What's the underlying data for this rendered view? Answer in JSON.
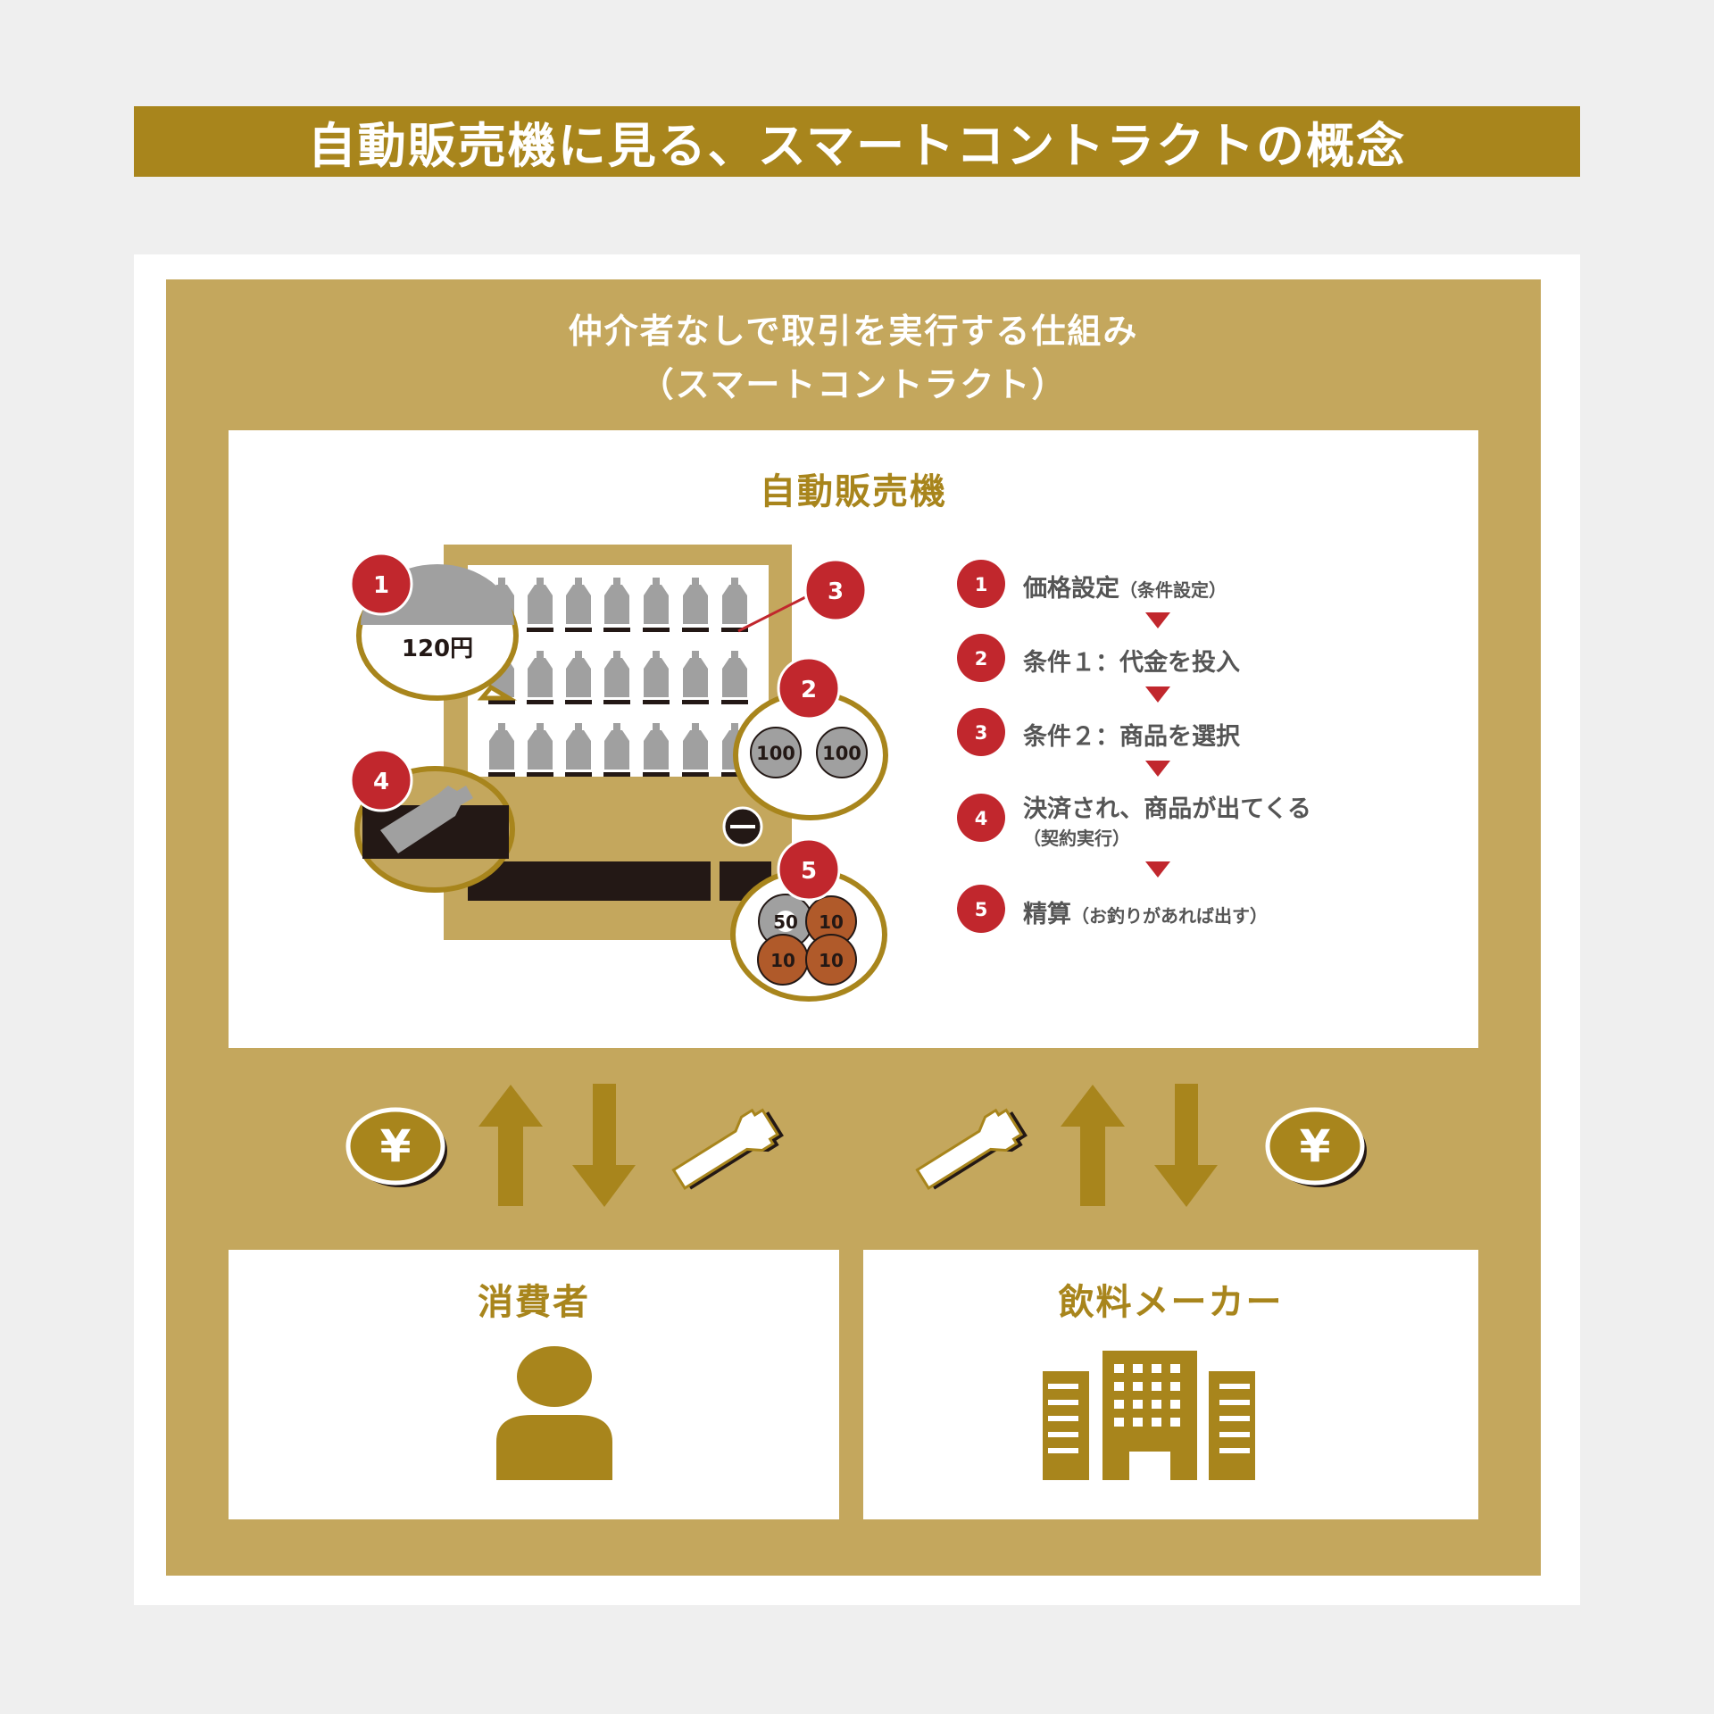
{
  "title": "自動販売機に見る、スマートコントラクトの概念",
  "subtitle_line1": "仲介者なしで取引を実行する仕組み",
  "subtitle_line2": "（スマートコントラクト）",
  "vending_machine": {
    "title": "自動販売機",
    "price_label": "120円",
    "coins_inserted": [
      "100",
      "100"
    ],
    "change_coins": [
      "50",
      "10",
      "10",
      "10"
    ],
    "callout_numbers": [
      "1",
      "2",
      "3",
      "4",
      "5"
    ]
  },
  "steps": [
    {
      "num": "1",
      "label": "価格設定",
      "note": "（条件設定）"
    },
    {
      "num": "2",
      "label": "条件１：代金を投入",
      "note": ""
    },
    {
      "num": "3",
      "label": "条件２：商品を選択",
      "note": ""
    },
    {
      "num": "4",
      "label": "決済され、商品が出てくる",
      "note": "（契約実行）"
    },
    {
      "num": "5",
      "label": "精算",
      "note": "（お釣りがあれば出す）"
    }
  ],
  "exchange": {
    "yen_symbol": "¥"
  },
  "parties": [
    {
      "name": "消費者",
      "icon": "person-icon"
    },
    {
      "name": "飲料メーカー",
      "icon": "building-icon"
    }
  ],
  "colors": {
    "gold": "#a8851c",
    "gold_light": "#c4a75d",
    "red": "#c1272d",
    "dark": "#231815",
    "gray": "#a0a0a0",
    "copper": "#b05a2a"
  }
}
